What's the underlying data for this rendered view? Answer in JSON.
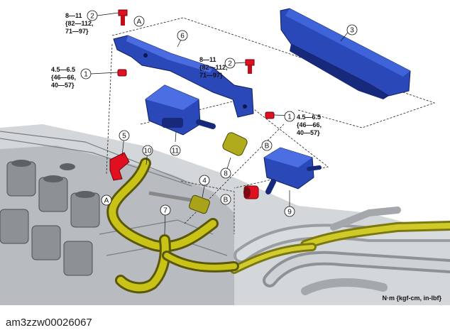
{
  "diagram": {
    "torque_upper_left": [
      "8—11",
      "{82—112,",
      "71—97}"
    ],
    "torque_left": [
      "4.5—6.5",
      "{46—66,",
      "40—57}"
    ],
    "torque_mid": [
      "8—11",
      "{82—112,",
      "71—97}"
    ],
    "torque_right": [
      "4.5—6.5",
      "{46—66,",
      "40—57}"
    ],
    "callouts": {
      "c1": "1",
      "c2": "2",
      "c3": "3",
      "c4": "4",
      "c5": "5",
      "c6": "6",
      "c7": "7",
      "c8": "8",
      "c9": "9",
      "c10": "10",
      "c11": "11"
    },
    "refs": {
      "A": "A",
      "B": "B"
    },
    "units_note": "N·m {kgf-cm, in-lbf}",
    "image_id": "am3zzw00026067"
  },
  "colors": {
    "part_blue": "#2a48b8",
    "part_blue_dark": "#17297a",
    "bolt_red": "#e01020",
    "hose_yellow": "#c8c21a",
    "engine_gray": "#b8bcc0",
    "engine_dark": "#6c7074"
  }
}
